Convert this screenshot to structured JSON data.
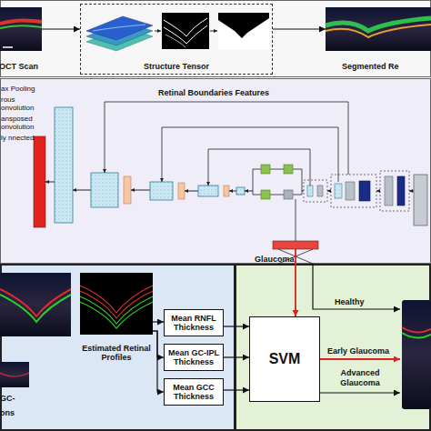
{
  "diagram": {
    "nodes": [
      {
        "text": [
          "OCT Scan"
        ]
      },
      {
        "text": [
          "Structure Tensor"
        ]
      },
      {
        "text": [
          "Segmented Re"
        ]
      },
      {
        "text": [
          "Estimated Retinal Profiles"
        ]
      },
      {
        "text": [
          "Mean RNFL Thickness"
        ]
      },
      {
        "text": [
          "Mean GC-IPL Thickness"
        ]
      },
      {
        "text": [
          "Mean GCC Thickness"
        ]
      },
      {
        "text": [
          "SVM"
        ]
      }
    ],
    "edges": [
      {
        "from": 0,
        "to": 1,
        "arrow": "to"
      },
      {
        "from": 1,
        "to": 2,
        "arrow": "to"
      },
      {
        "from": 3,
        "to": 4,
        "arrow": "to"
      },
      {
        "from": 3,
        "to": 5,
        "arrow": "to"
      },
      {
        "from": 3,
        "to": 6,
        "arrow": "to"
      },
      {
        "from": 4,
        "to": 7,
        "arrow": "to"
      },
      {
        "from": 5,
        "to": 7,
        "arrow": "to"
      },
      {
        "from": 6,
        "to": 7,
        "arrow": "to"
      }
    ],
    "labels": [
      "Retinal Boundaries Features",
      "Glaucoma",
      "Healthy",
      "Early Glaucoma",
      "Advanced Glaucoma",
      "GC-",
      "ons"
    ],
    "legend": [
      {
        "text": "ax Pooling"
      },
      {
        "text": "rous onvolution"
      },
      {
        "text": "ansposed onvolution"
      },
      {
        "text": "ly nnected"
      }
    ]
  }
}
